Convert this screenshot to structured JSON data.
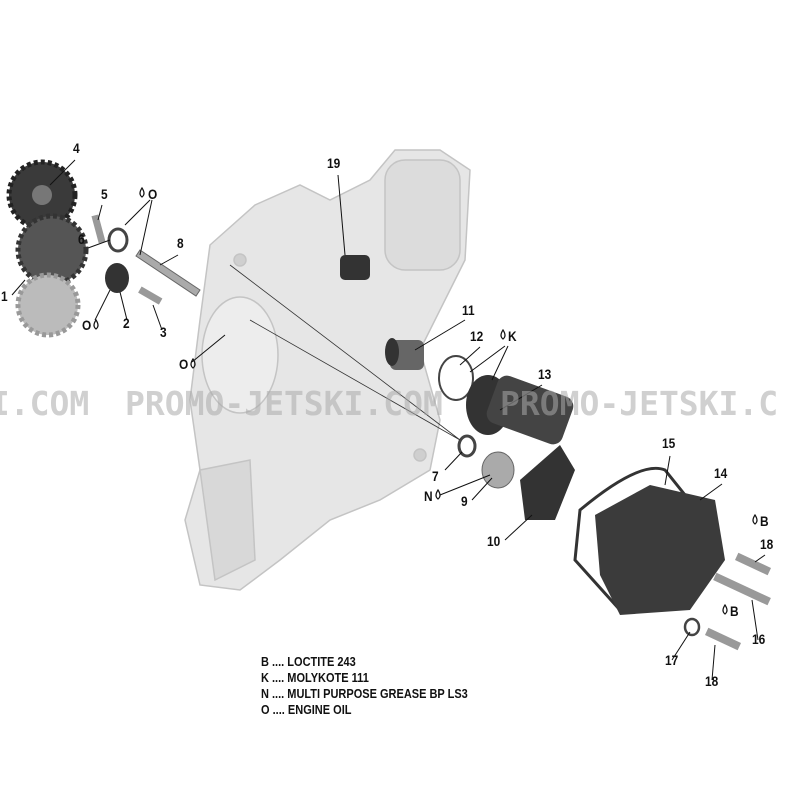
{
  "watermark": "PROMO-JETSKI.COM",
  "watermark_partial_left": "KI.COM",
  "watermark_partial_right": "PROMO-JETSKI.C",
  "callouts": {
    "p4": "4",
    "p5": "5",
    "o1": "O",
    "p6": "6",
    "p8": "8",
    "p1": "1",
    "o2": "O",
    "p2": "2",
    "p3": "3",
    "p19": "19",
    "p11": "11",
    "p12": "12",
    "k1": "K",
    "p13": "13",
    "o3": "O",
    "p7": "7",
    "n1": "N",
    "p9": "9",
    "p10": "10",
    "p15": "15",
    "p14": "14",
    "b1": "B",
    "p18a": "18",
    "b2": "B",
    "p16": "16",
    "p17": "17",
    "p18b": "18"
  },
  "legend": [
    {
      "code": "B",
      "sep": " .... ",
      "text": "LOCTITE 243"
    },
    {
      "code": "K",
      "sep": " .... ",
      "text": "MOLYKOTE 111"
    },
    {
      "code": "N",
      "sep": " .... ",
      "text": "MULTI PURPOSE GREASE BP LS3"
    },
    {
      "code": "O",
      "sep": " .... ",
      "text": "ENGINE OIL"
    }
  ]
}
